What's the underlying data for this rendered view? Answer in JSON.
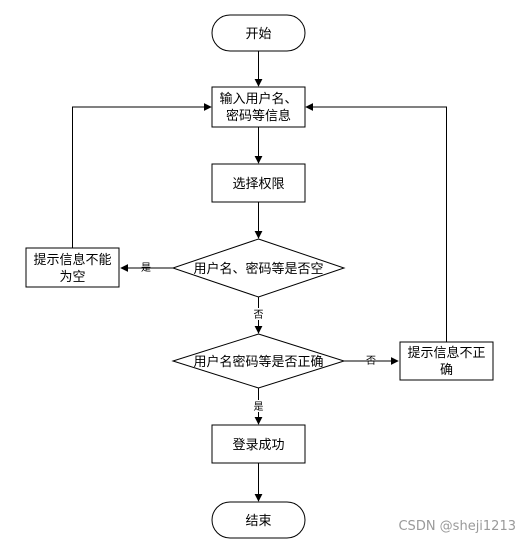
{
  "nodes": {
    "start": "开始",
    "input_line1": "输入用户名、",
    "input_line2": "密码等信息",
    "select_permission": "选择权限",
    "check_empty": "用户名、密码等是否空",
    "empty_tip_line1": "提示信息不能",
    "empty_tip_line2": "为空",
    "check_correct": "用户名密码等是否正确",
    "wrong_tip_line1": "提示信息不正",
    "wrong_tip_line2": "确",
    "login_success": "登录成功",
    "end": "结束"
  },
  "edges": {
    "empty_yes": "是",
    "empty_no": "否",
    "correct_no": "否",
    "correct_yes": "是"
  },
  "watermark": "CSDN @sheji1213"
}
